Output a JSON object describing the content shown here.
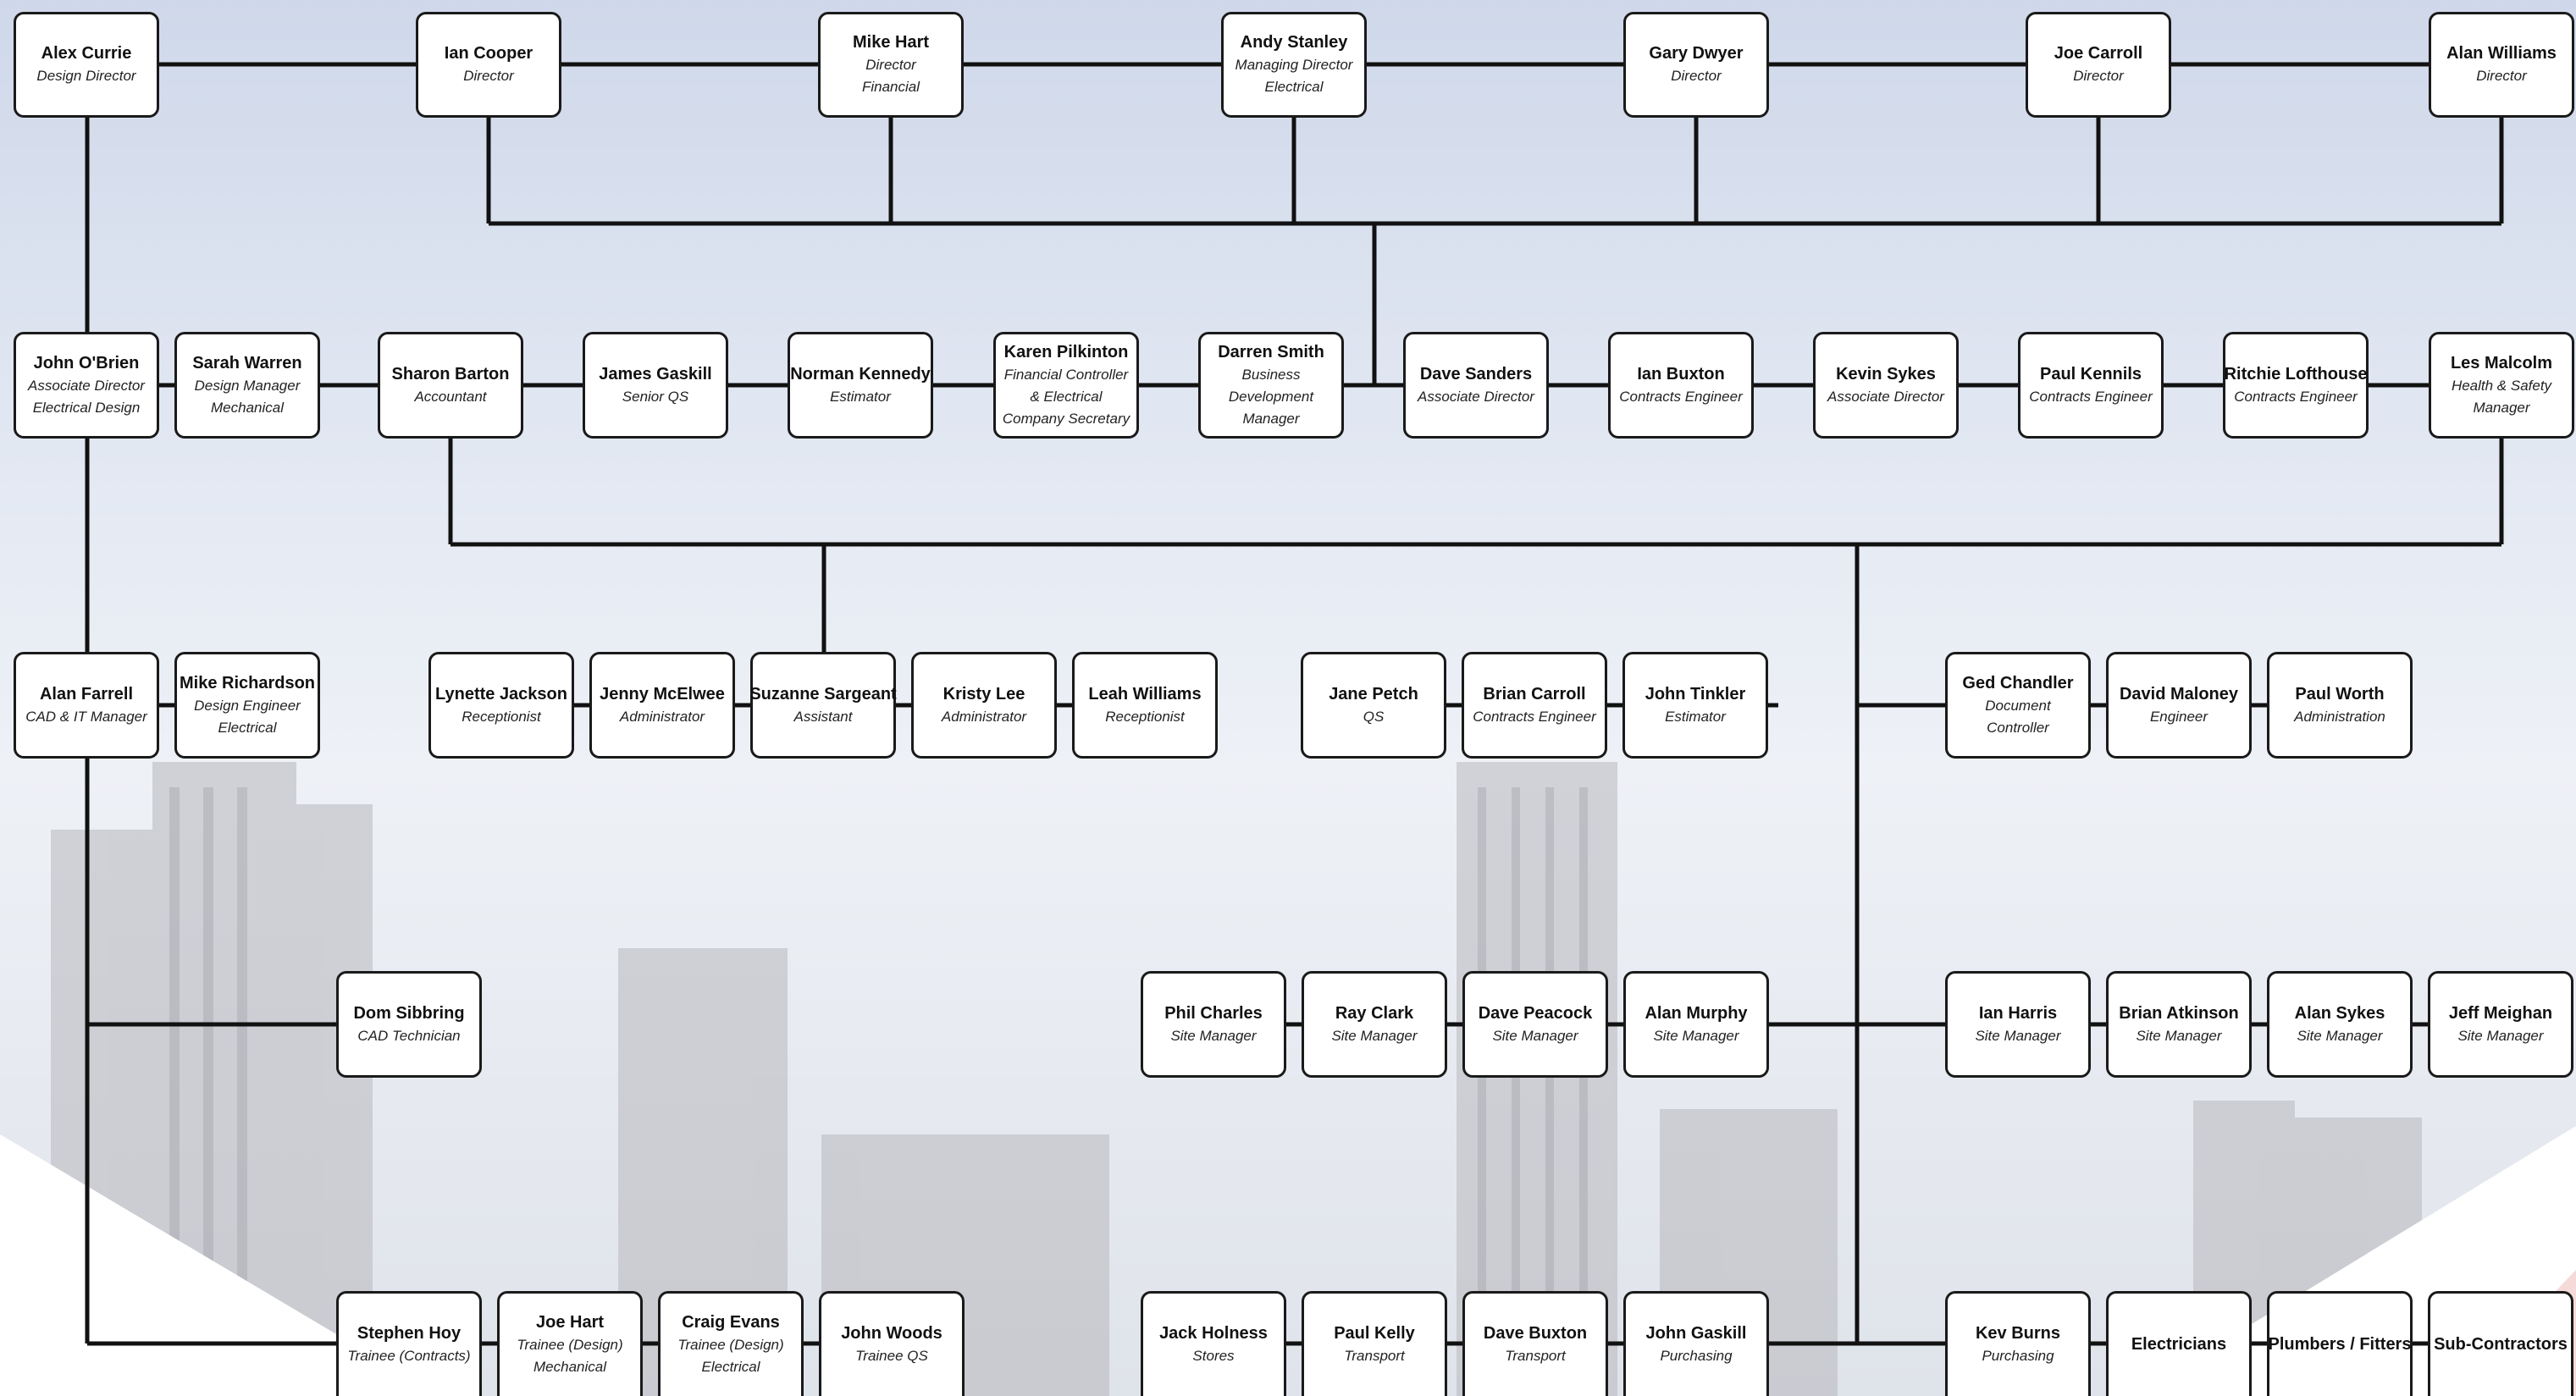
{
  "colors": {
    "line": "#111111",
    "box_border": "#1a1a1a",
    "box_fill": "#ffffff"
  },
  "rows": [
    {
      "name": "board",
      "people": [
        {
          "id": "alex-currie",
          "name": "Alex Currie",
          "role": [
            "Design Director"
          ]
        },
        {
          "id": "ian-cooper",
          "name": "Ian Cooper",
          "role": [
            "Director"
          ]
        },
        {
          "id": "mike-hart",
          "name": "Mike Hart",
          "role": [
            "Director",
            "Financial"
          ]
        },
        {
          "id": "andy-stanley",
          "name": "Andy Stanley",
          "role": [
            "Managing Director",
            "Electrical"
          ]
        },
        {
          "id": "gary-dwyer",
          "name": "Gary Dwyer",
          "role": [
            "Director"
          ]
        },
        {
          "id": "joe-carroll",
          "name": "Joe Carroll",
          "role": [
            "Director"
          ]
        },
        {
          "id": "alan-williams",
          "name": "Alan Williams",
          "role": [
            "Director"
          ]
        }
      ]
    },
    {
      "name": "management",
      "people": [
        {
          "id": "john-obrien",
          "name": "John O'Brien",
          "role": [
            "Associate Director",
            "Electrical Design"
          ]
        },
        {
          "id": "sarah-warren",
          "name": "Sarah Warren",
          "role": [
            "Design Manager",
            "Mechanical"
          ]
        },
        {
          "id": "sharon-barton",
          "name": "Sharon Barton",
          "role": [
            "Accountant"
          ]
        },
        {
          "id": "james-gaskill",
          "name": "James Gaskill",
          "role": [
            "Senior QS"
          ]
        },
        {
          "id": "norman-kennedy",
          "name": "Norman Kennedy",
          "role": [
            "Estimator"
          ]
        },
        {
          "id": "karen-pilkinton",
          "name": "Karen Pilkinton",
          "role": [
            "Financial Controller",
            "& Electrical",
            "Company Secretary"
          ]
        },
        {
          "id": "darren-smith",
          "name": "Darren Smith",
          "role": [
            "Business",
            "Development",
            "Manager"
          ]
        },
        {
          "id": "dave-sanders",
          "name": "Dave Sanders",
          "role": [
            "Associate Director"
          ]
        },
        {
          "id": "ian-buxton",
          "name": "Ian Buxton",
          "role": [
            "Contracts Engineer"
          ]
        },
        {
          "id": "kevin-sykes",
          "name": "Kevin Sykes",
          "role": [
            "Associate Director"
          ]
        },
        {
          "id": "paul-kennils",
          "name": "Paul Kennils",
          "role": [
            "Contracts Engineer"
          ]
        },
        {
          "id": "ritchie-lofthouse",
          "name": "Ritchie Lofthouse",
          "role": [
            "Contracts Engineer"
          ]
        },
        {
          "id": "les-malcolm",
          "name": "Les Malcolm",
          "role": [
            "Health & Safety",
            "Manager"
          ]
        }
      ]
    },
    {
      "name": "staff",
      "people": [
        {
          "id": "alan-farrell",
          "name": "Alan Farrell",
          "role": [
            "CAD & IT Manager"
          ]
        },
        {
          "id": "mike-richardson",
          "name": "Mike Richardson",
          "role": [
            "Design Engineer",
            "Electrical"
          ]
        },
        {
          "id": "lynette-jackson",
          "name": "Lynette Jackson",
          "role": [
            "Receptionist"
          ]
        },
        {
          "id": "jenny-mcelwee",
          "name": "Jenny McElwee",
          "role": [
            "Administrator"
          ]
        },
        {
          "id": "suzanne-sargeant",
          "name": "Suzanne Sargeant",
          "role": [
            "Assistant"
          ]
        },
        {
          "id": "kristy-lee",
          "name": "Kristy Lee",
          "role": [
            "Administrator"
          ]
        },
        {
          "id": "leah-williams",
          "name": "Leah Williams",
          "role": [
            "Receptionist"
          ]
        },
        {
          "id": "jane-petch",
          "name": "Jane Petch",
          "role": [
            "QS"
          ]
        },
        {
          "id": "brian-carroll",
          "name": "Brian Carroll",
          "role": [
            "Contracts Engineer"
          ]
        },
        {
          "id": "john-tinkler",
          "name": "John Tinkler",
          "role": [
            "Estimator"
          ]
        },
        {
          "id": "ged-chandler",
          "name": "Ged Chandler",
          "role": [
            "Document",
            "Controller"
          ]
        },
        {
          "id": "david-maloney",
          "name": "David Maloney",
          "role": [
            "Engineer"
          ]
        },
        {
          "id": "paul-worth",
          "name": "Paul Worth",
          "role": [
            "Administration"
          ]
        }
      ]
    },
    {
      "name": "site",
      "people": [
        {
          "id": "dom-sibbring",
          "name": "Dom Sibbring",
          "role": [
            "CAD Technician"
          ]
        },
        {
          "id": "phil-charles",
          "name": "Phil Charles",
          "role": [
            "Site Manager"
          ]
        },
        {
          "id": "ray-clark",
          "name": "Ray Clark",
          "role": [
            "Site Manager"
          ]
        },
        {
          "id": "dave-peacock",
          "name": "Dave Peacock",
          "role": [
            "Site Manager"
          ]
        },
        {
          "id": "alan-murphy",
          "name": "Alan Murphy",
          "role": [
            "Site Manager"
          ]
        },
        {
          "id": "ian-harris",
          "name": "Ian Harris",
          "role": [
            "Site Manager"
          ]
        },
        {
          "id": "brian-atkinson",
          "name": "Brian Atkinson",
          "role": [
            "Site Manager"
          ]
        },
        {
          "id": "alan-sykes",
          "name": "Alan Sykes",
          "role": [
            "Site Manager"
          ]
        },
        {
          "id": "jeff-meighan",
          "name": "Jeff Meighan",
          "role": [
            "Site Manager"
          ]
        }
      ]
    },
    {
      "name": "support",
      "people": [
        {
          "id": "stephen-hoy",
          "name": "Stephen Hoy",
          "role": [
            "Trainee (Contracts)"
          ]
        },
        {
          "id": "joe-hart",
          "name": "Joe Hart",
          "role": [
            "Trainee (Design)",
            "Mechanical"
          ]
        },
        {
          "id": "craig-evans",
          "name": "Craig Evans",
          "role": [
            "Trainee (Design)",
            "Electrical"
          ]
        },
        {
          "id": "john-woods",
          "name": "John Woods",
          "role": [
            "Trainee QS"
          ]
        },
        {
          "id": "jack-holness",
          "name": "Jack Holness",
          "role": [
            "Stores"
          ]
        },
        {
          "id": "paul-kelly",
          "name": "Paul Kelly",
          "role": [
            "Transport"
          ]
        },
        {
          "id": "dave-buxton",
          "name": "Dave Buxton",
          "role": [
            "Transport"
          ]
        },
        {
          "id": "john-gaskill",
          "name": "John Gaskill",
          "role": [
            "Purchasing"
          ]
        },
        {
          "id": "kev-burns",
          "name": "Kev Burns",
          "role": [
            "Purchasing"
          ]
        },
        {
          "id": "electricians",
          "name": "Electricians",
          "role": []
        },
        {
          "id": "plumbers-fitters",
          "name": "Plumbers / Fitters",
          "role": []
        },
        {
          "id": "sub-contractors",
          "name": "Sub-Contractors",
          "role": []
        }
      ]
    }
  ]
}
